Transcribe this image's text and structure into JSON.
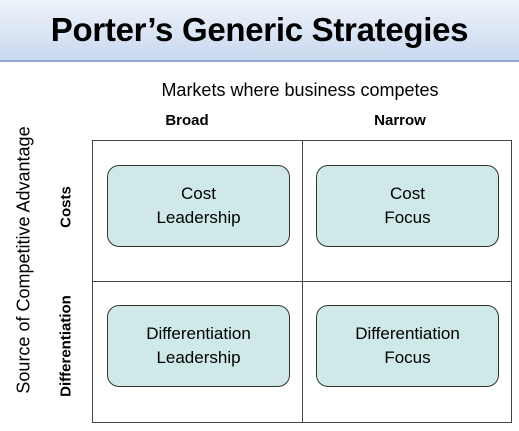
{
  "title": "Porter’s Generic Strategies",
  "top_axis_label": "Markets where business competes",
  "columns": [
    "Broad",
    "Narrow"
  ],
  "side_axis_label": "Source of Competitive Advantage",
  "rows": [
    "Costs",
    "Differentiation"
  ],
  "cells": {
    "cost_leadership": {
      "line1": "Cost",
      "line2": "Leadership"
    },
    "cost_focus": {
      "line1": "Cost",
      "line2": "Focus"
    },
    "differentiation_leadership": {
      "line1": "Differentiation",
      "line2": "Leadership"
    },
    "differentiation_focus": {
      "line1": "Differentiation",
      "line2": "Focus"
    }
  },
  "colors": {
    "cell_fill": "#cfe8e8",
    "title_band": "#c9d8ee"
  }
}
